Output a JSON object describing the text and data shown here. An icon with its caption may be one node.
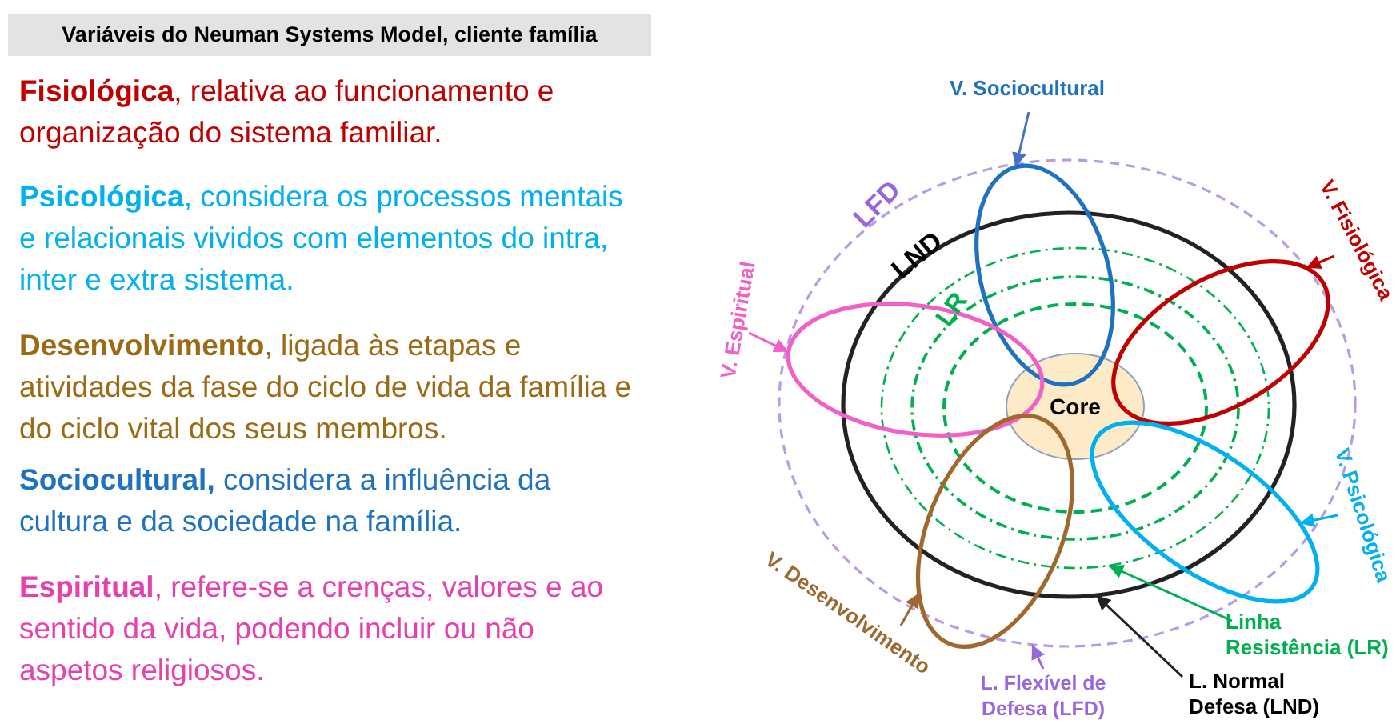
{
  "diagram": {
    "title": "Variáveis do Neuman Systems Model, cliente família",
    "nodes": [
      {
        "text": [
          "LFD"
        ]
      },
      {
        "text": [
          "LND"
        ],
        "in": 0
      },
      {
        "text": [
          "LR"
        ],
        "in": 1
      },
      {
        "text": [],
        "shape": "ellipse",
        "in": 2
      },
      {
        "text": [],
        "shape": "ellipse",
        "in": 3
      },
      {
        "text": [
          "Core"
        ],
        "in": 4
      },
      {
        "text": [],
        "shape": "ellipse",
        "in": 0
      },
      {
        "text": [],
        "shape": "ellipse",
        "in": 0
      },
      {
        "text": [],
        "shape": "ellipse",
        "in": 0
      },
      {
        "text": [],
        "shape": "ellipse",
        "in": 0
      },
      {
        "text": [],
        "shape": "ellipse",
        "in": 0
      },
      {
        "text": [
          "V. Sociocultural"
        ]
      },
      {
        "text": [
          "V. Fisiológica"
        ]
      },
      {
        "text": [
          "V. Espiritual"
        ]
      },
      {
        "text": [
          "V. Psicológica"
        ]
      },
      {
        "text": [
          "V. Desenvolvimento"
        ]
      },
      {
        "text": [
          "Linha Resistência (LR)"
        ]
      },
      {
        "text": [
          "L. Flexível de Defesa (LFD)"
        ]
      },
      {
        "text": [
          "L. Normal Defesa (LND)"
        ]
      }
    ],
    "edges": [
      {
        "from": 11,
        "to": 6,
        "arrow": "to",
        "color": "#4472c4"
      },
      {
        "from": 12,
        "to": 7,
        "arrow": "to",
        "color": "#c00000"
      },
      {
        "from": 13,
        "to": 8,
        "arrow": "to",
        "color": "#f060c8"
      },
      {
        "from": 14,
        "to": 9,
        "arrow": "to",
        "color": "#00b0f0"
      },
      {
        "from": 15,
        "to": 10,
        "arrow": "to",
        "color": "#9c6a30"
      },
      {
        "from": 16,
        "to": 2,
        "arrow": "to",
        "color": "#00b050"
      },
      {
        "from": 17,
        "to": 0,
        "arrow": "to",
        "color": "#9966dd"
      },
      {
        "from": 18,
        "to": 1,
        "arrow": "to",
        "color": "#222222"
      }
    ],
    "labels": [
      "**Fisiológica**, relativa ao funcionamento e organização do sistema familiar.",
      "**Psicológica**, considera os processos mentais e relacionais vividos com elementos do intra, inter e extra sistema.",
      "**Desenvolvimento**, ligada às etapas e atividades da fase do ciclo de vida da família e do ciclo vital dos seus membros.",
      "**Sociocultural,** considera a influência da cultura e da sociedade na família.",
      "**Espiritual**, refere-se a crenças, valores  e ao sentido da vida, podendo incluir ou não aspetos religiosos."
    ]
  }
}
